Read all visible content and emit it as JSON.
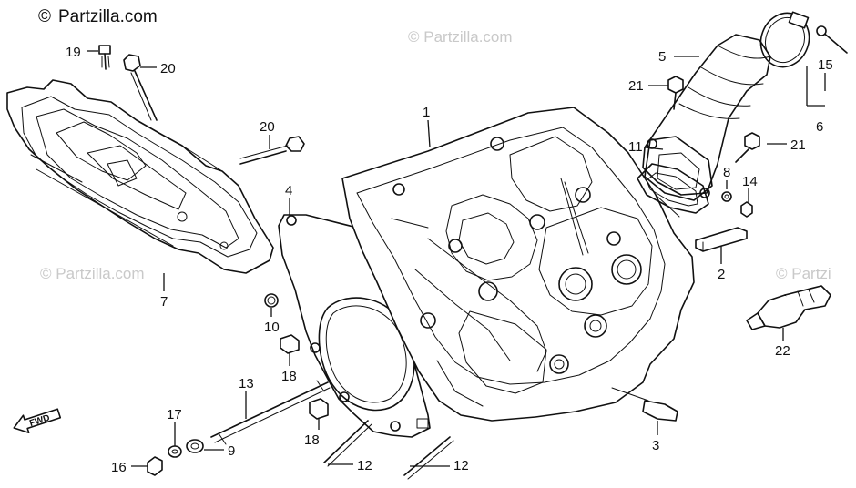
{
  "brand": {
    "copyright_symbol": "©",
    "name": "Partzilla.com"
  },
  "watermark": {
    "text": "© Partzilla.com",
    "short": "© Partzi"
  },
  "direction_label": "FWD",
  "callouts": [
    {
      "id": "c1",
      "text": "1"
    },
    {
      "id": "c2",
      "text": "2"
    },
    {
      "id": "c3",
      "text": "3"
    },
    {
      "id": "c4",
      "text": "4"
    },
    {
      "id": "c5",
      "text": "5"
    },
    {
      "id": "c6",
      "text": "6"
    },
    {
      "id": "c7",
      "text": "7"
    },
    {
      "id": "c8",
      "text": "8"
    },
    {
      "id": "c9",
      "text": "9"
    },
    {
      "id": "c10",
      "text": "10"
    },
    {
      "id": "c11",
      "text": "11"
    },
    {
      "id": "c12a",
      "text": "12"
    },
    {
      "id": "c12b",
      "text": "12"
    },
    {
      "id": "c13",
      "text": "13"
    },
    {
      "id": "c14",
      "text": "14"
    },
    {
      "id": "c15",
      "text": "15"
    },
    {
      "id": "c16",
      "text": "16"
    },
    {
      "id": "c17",
      "text": "17"
    },
    {
      "id": "c18a",
      "text": "18"
    },
    {
      "id": "c18b",
      "text": "18"
    },
    {
      "id": "c19",
      "text": "19"
    },
    {
      "id": "c20a",
      "text": "20"
    },
    {
      "id": "c20b",
      "text": "20"
    },
    {
      "id": "c21a",
      "text": "21"
    },
    {
      "id": "c21b",
      "text": "21"
    },
    {
      "id": "c22",
      "text": "22"
    }
  ]
}
